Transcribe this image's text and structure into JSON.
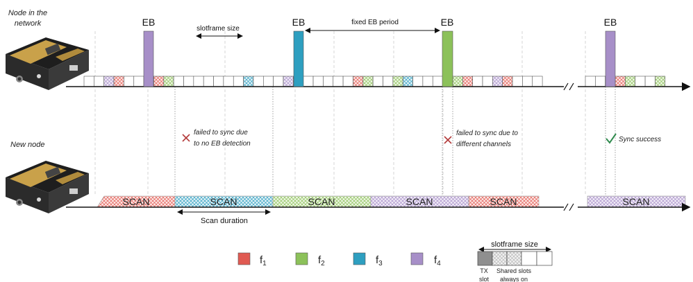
{
  "node_labels": {
    "network_node": [
      "Node in the",
      "network"
    ],
    "new_node": "New node"
  },
  "eb_label": "EB",
  "annotations": {
    "slotframe_size": "slotframe size",
    "fixed_eb_period": "fixed EB period",
    "scan_duration": "Scan duration",
    "fail_no_eb": [
      "failed to sync due",
      "to no EB detection"
    ],
    "fail_channels": [
      "failed to sync due to",
      "different channels"
    ],
    "sync_success": "Sync success"
  },
  "scan_label": "SCAN",
  "legend": {
    "channels": [
      {
        "base": "f",
        "sub": "1",
        "color": "#e05a52"
      },
      {
        "base": "f",
        "sub": "2",
        "color": "#8cc15a"
      },
      {
        "base": "f",
        "sub": "3",
        "color": "#2e9fc0"
      },
      {
        "base": "f",
        "sub": "4",
        "color": "#a78fc8"
      }
    ],
    "slotframe_size": "slotframe size",
    "tx_slot": [
      "TX",
      "slot"
    ],
    "shared_slots": [
      "Shared slots",
      "always on"
    ]
  },
  "colors": {
    "f1": "#e05a52",
    "f2": "#8cc15a",
    "f3": "#2e9fc0",
    "f4": "#a78fc8",
    "fail_mark": "#b33a3a",
    "success_mark": "#2f8a4d",
    "device_body": "#2b2b2b",
    "device_gold": "#c9a14a"
  },
  "icons": [
    "device-image",
    "cross-mark-icon",
    "check-mark-icon"
  ]
}
